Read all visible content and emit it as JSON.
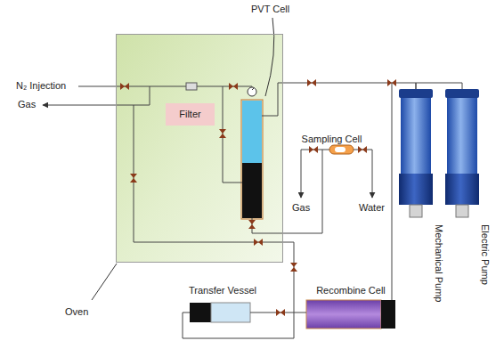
{
  "diagram": {
    "nodes": [
      {
        "text": [
          "Oven"
        ]
      },
      {
        "text": [
          "Filter"
        ],
        "in": 0
      },
      {
        "text": [
          "Sampling Cell"
        ]
      },
      {
        "text": [
          "Mechanical Pump"
        ]
      },
      {
        "text": [
          "Electric Pump"
        ]
      },
      {
        "text": [
          "Transfer Vessel"
        ]
      },
      {
        "text": [
          "Recombine Cell"
        ]
      }
    ],
    "edges": [
      {
        "from": 5,
        "to": 6,
        "arrow": "none"
      },
      {
        "from": 6,
        "to": 3,
        "arrow": "none"
      },
      {
        "from": 3,
        "to": 4,
        "arrow": "none"
      }
    ],
    "labels": [
      "PVT Cell",
      "N₂ Injection",
      "Gas",
      "Gas",
      "Water"
    ]
  }
}
